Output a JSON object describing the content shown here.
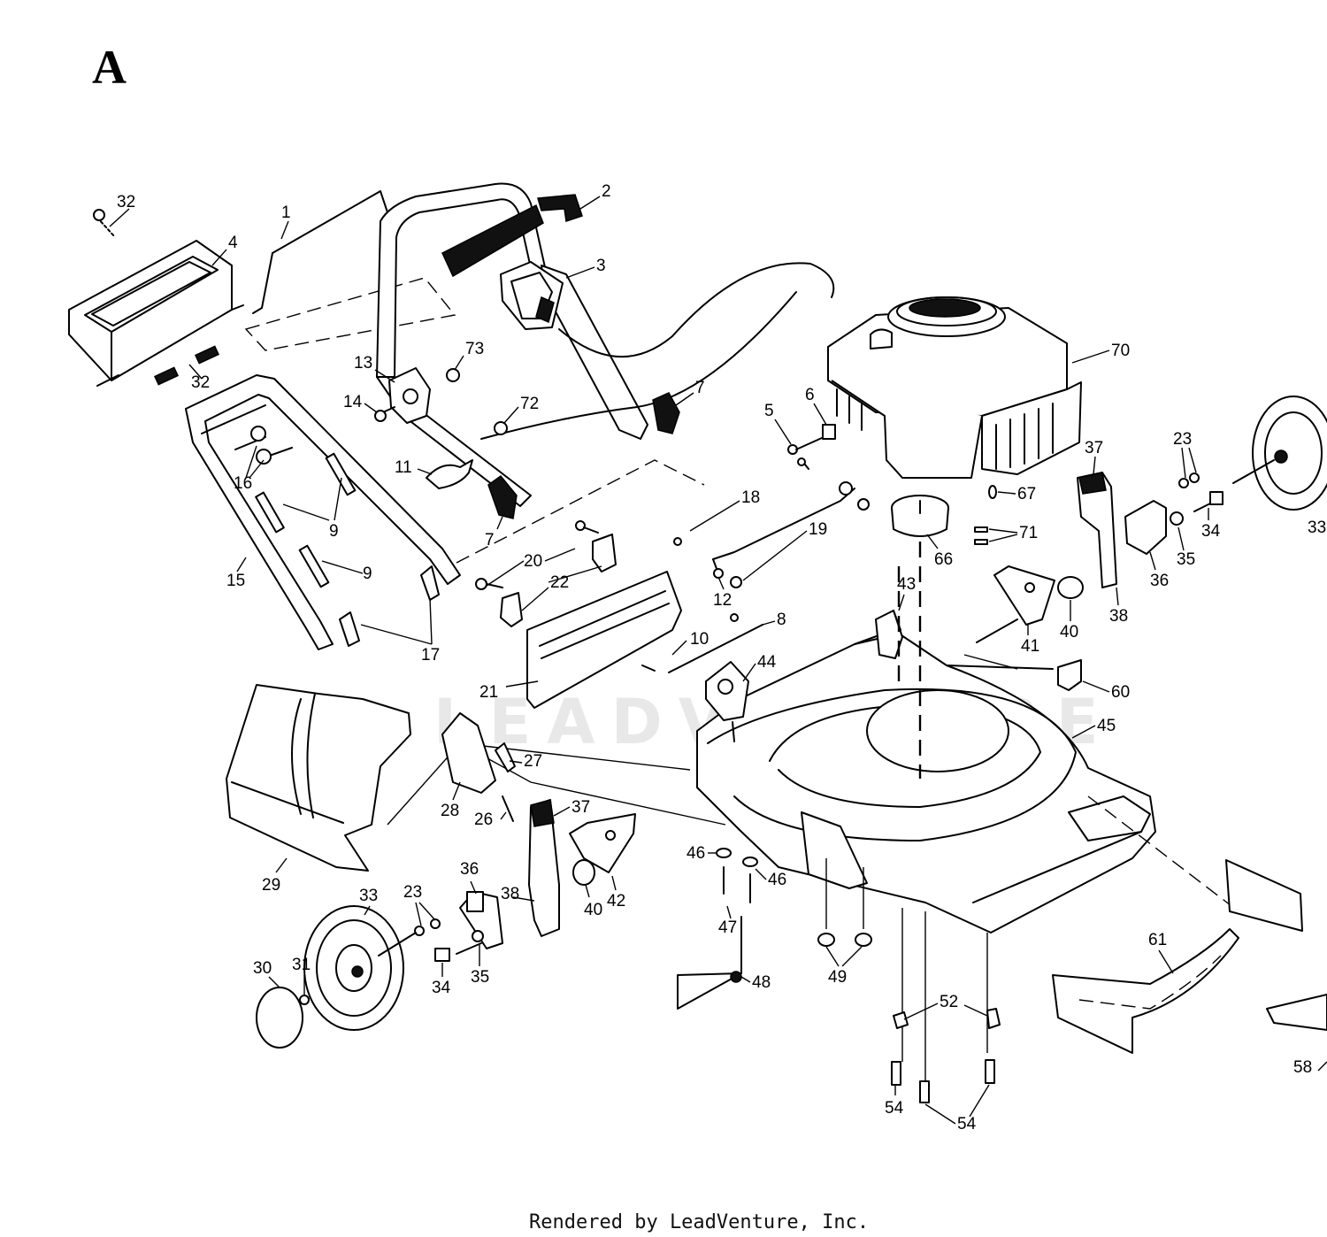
{
  "section_letter": "A",
  "watermark": "LEADVENTURE",
  "footer": "Rendered by LeadVenture, Inc.",
  "callouts": [
    {
      "id": "c32a",
      "label": "32"
    },
    {
      "id": "c4",
      "label": "4"
    },
    {
      "id": "c1",
      "label": "1"
    },
    {
      "id": "c2",
      "label": "2"
    },
    {
      "id": "c3",
      "label": "3"
    },
    {
      "id": "c32b",
      "label": "32"
    },
    {
      "id": "c73",
      "label": "73"
    },
    {
      "id": "c13",
      "label": "13"
    },
    {
      "id": "c14",
      "label": "14"
    },
    {
      "id": "c72",
      "label": "72"
    },
    {
      "id": "c7a",
      "label": "7"
    },
    {
      "id": "c70",
      "label": "70"
    },
    {
      "id": "c6",
      "label": "6"
    },
    {
      "id": "c5",
      "label": "5"
    },
    {
      "id": "c11",
      "label": "11"
    },
    {
      "id": "c16",
      "label": "16"
    },
    {
      "id": "c9a",
      "label": "9"
    },
    {
      "id": "c9b",
      "label": "9"
    },
    {
      "id": "c15",
      "label": "15"
    },
    {
      "id": "c7b",
      "label": "7"
    },
    {
      "id": "c18",
      "label": "18"
    },
    {
      "id": "c19",
      "label": "19"
    },
    {
      "id": "c20",
      "label": "20"
    },
    {
      "id": "c22",
      "label": "22"
    },
    {
      "id": "c12",
      "label": "12"
    },
    {
      "id": "c67",
      "label": "67"
    },
    {
      "id": "c37a",
      "label": "37"
    },
    {
      "id": "c23a",
      "label": "23"
    },
    {
      "id": "c33a",
      "label": "33"
    },
    {
      "id": "c71",
      "label": "71"
    },
    {
      "id": "c66",
      "label": "66"
    },
    {
      "id": "c34a",
      "label": "34"
    },
    {
      "id": "c35a",
      "label": "35"
    },
    {
      "id": "c36a",
      "label": "36"
    },
    {
      "id": "c38a",
      "label": "38"
    },
    {
      "id": "c43",
      "label": "43"
    },
    {
      "id": "c40a",
      "label": "40"
    },
    {
      "id": "c41",
      "label": "41"
    },
    {
      "id": "c8",
      "label": "8"
    },
    {
      "id": "c10",
      "label": "10"
    },
    {
      "id": "c17",
      "label": "17"
    },
    {
      "id": "c44",
      "label": "44"
    },
    {
      "id": "c21",
      "label": "21"
    },
    {
      "id": "c60",
      "label": "60"
    },
    {
      "id": "c45",
      "label": "45"
    },
    {
      "id": "c27",
      "label": "27"
    },
    {
      "id": "c28",
      "label": "28"
    },
    {
      "id": "c26",
      "label": "26"
    },
    {
      "id": "c37b",
      "label": "37"
    },
    {
      "id": "c29",
      "label": "29"
    },
    {
      "id": "c46a",
      "label": "46"
    },
    {
      "id": "c46b",
      "label": "46"
    },
    {
      "id": "c40b",
      "label": "40"
    },
    {
      "id": "c42",
      "label": "42"
    },
    {
      "id": "c36b",
      "label": "36"
    },
    {
      "id": "c33b",
      "label": "33"
    },
    {
      "id": "c23b",
      "label": "23"
    },
    {
      "id": "c38b",
      "label": "38"
    },
    {
      "id": "c47",
      "label": "47"
    },
    {
      "id": "c61",
      "label": "61"
    },
    {
      "id": "c30",
      "label": "30"
    },
    {
      "id": "c31",
      "label": "31"
    },
    {
      "id": "c34b",
      "label": "34"
    },
    {
      "id": "c35b",
      "label": "35"
    },
    {
      "id": "c48",
      "label": "48"
    },
    {
      "id": "c49",
      "label": "49"
    },
    {
      "id": "c52",
      "label": "52"
    },
    {
      "id": "c58",
      "label": "58"
    },
    {
      "id": "c54a",
      "label": "54"
    },
    {
      "id": "c54b",
      "label": "54"
    }
  ]
}
